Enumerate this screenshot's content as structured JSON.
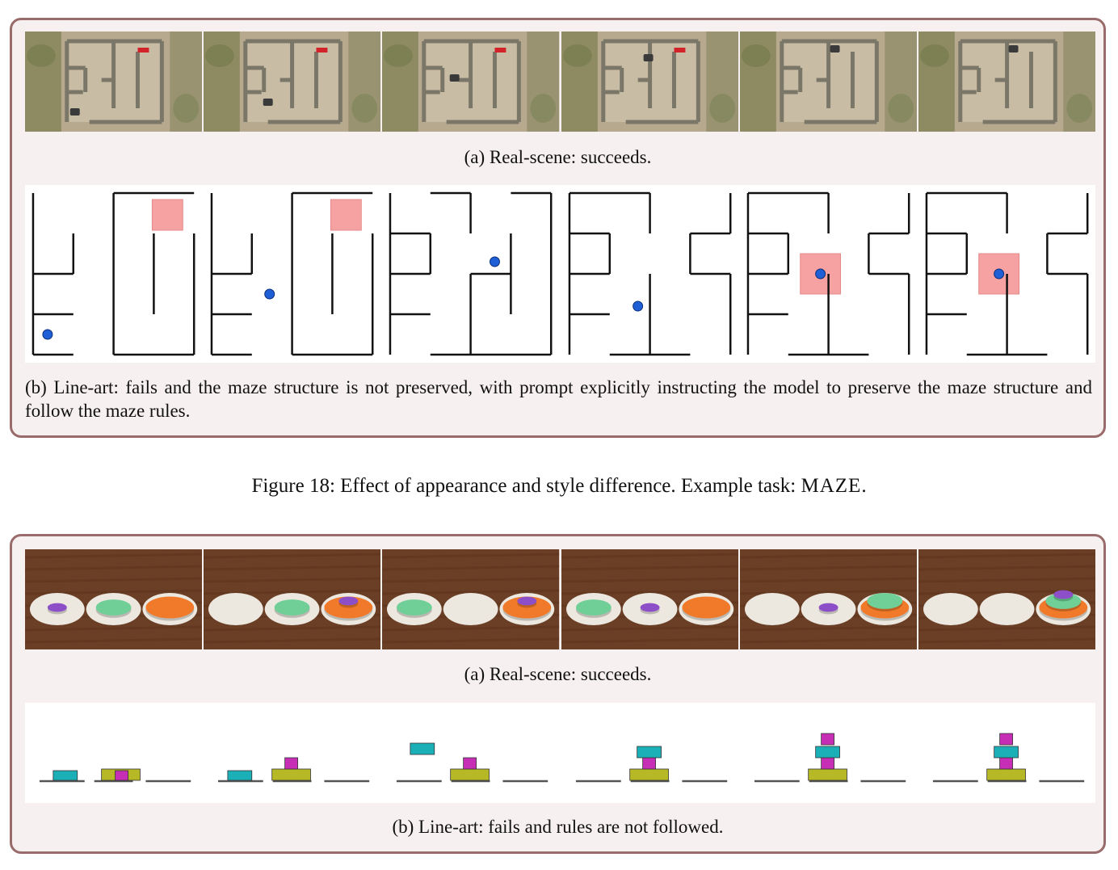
{
  "maze_panel": {
    "caption_a": "(a) Real-scene: succeeds.",
    "caption_b": "(b) Line-art: fails and the maze structure is not preserved, with prompt explicitly instructing the model to preserve the maze structure and follow the maze rules.",
    "frame_count": 6
  },
  "figure_caption": {
    "prefix": "Figure 18: Effect of appearance and style difference. Example task: ",
    "task": "MAZE",
    "suffix": "."
  },
  "hanoi_panel": {
    "caption_a": "(a) Real-scene: succeeds.",
    "caption_b": "(b) Line-art: fails and rules are not followed.",
    "frame_count": 6
  },
  "colors": {
    "panel_border": "#9a6b6b",
    "panel_fill": "#f7f0f0",
    "goal": "#f6a2a2",
    "agent": "#1f5fd6",
    "teal_block": "#1bb0b8",
    "magenta_block": "#c62fb5",
    "olive_block": "#b6b826",
    "green_disk": "#6fcf97",
    "orange_disk": "#f07a2a",
    "purple_disk": "#8c4fc7"
  }
}
